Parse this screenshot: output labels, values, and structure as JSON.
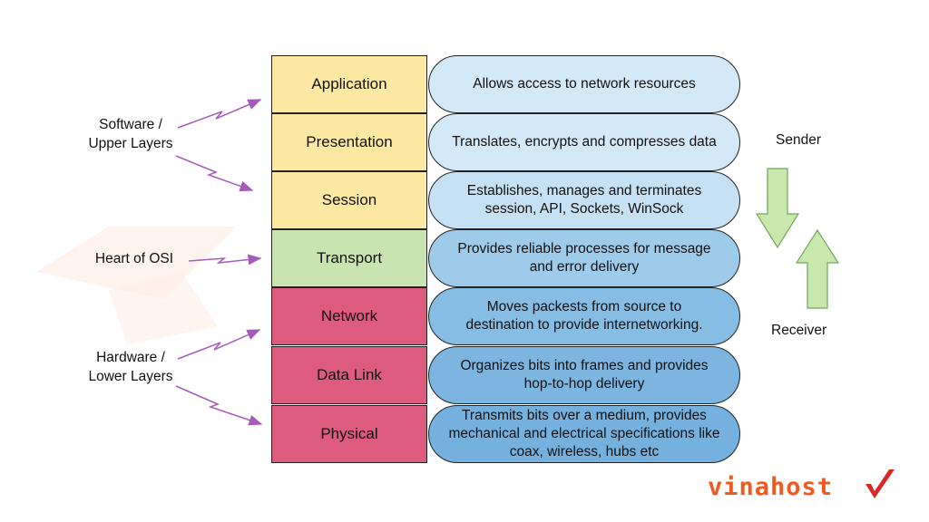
{
  "layers": [
    {
      "name": "Application",
      "color": "#fde9a3",
      "description": "Allows access to network  resources",
      "desc_color": "#d3e9f7"
    },
    {
      "name": "Presentation",
      "color": "#fde9a3",
      "description": "Translates, encrypts and compresses data",
      "desc_color": "#d3e9f7"
    },
    {
      "name": "Session",
      "color": "#fde9a3",
      "description": "Establishes, manages and terminates\nsession, API, Sockets, WinSock",
      "desc_color": "#c6e1f3"
    },
    {
      "name": "Transport",
      "color": "#c9e4b0",
      "description": "Provides reliable processes for message\nand error delivery",
      "desc_color": "#9fcbea"
    },
    {
      "name": "Network",
      "color": "#dd5b7c",
      "description": "Moves packests from source to\ndestination to provide internetworking.",
      "desc_color": "#86bde4"
    },
    {
      "name": "Data Link",
      "color": "#dd5b7c",
      "description": "Organizes bits into frames and provides\nhop-to-hop delivery",
      "desc_color": "#7cb5e0"
    },
    {
      "name": "Physical",
      "color": "#dd5b7c",
      "description": "Transmits bits over a medium, provides\nmechanical and electrical specifications like\ncoax, wireless, hubs etc",
      "desc_color": "#74b1de"
    }
  ],
  "side_labels": {
    "upper": "Software /\nUpper Layers",
    "heart": "Heart of OSI",
    "lower": "Hardware /\nLower Layers"
  },
  "direction": {
    "sender": "Sender",
    "receiver": "Receiver",
    "arrow_color": "#c9e8ae"
  },
  "connector_color": "#a45cb8",
  "brand": {
    "name": "vinahost",
    "color": "#ef5a20"
  }
}
